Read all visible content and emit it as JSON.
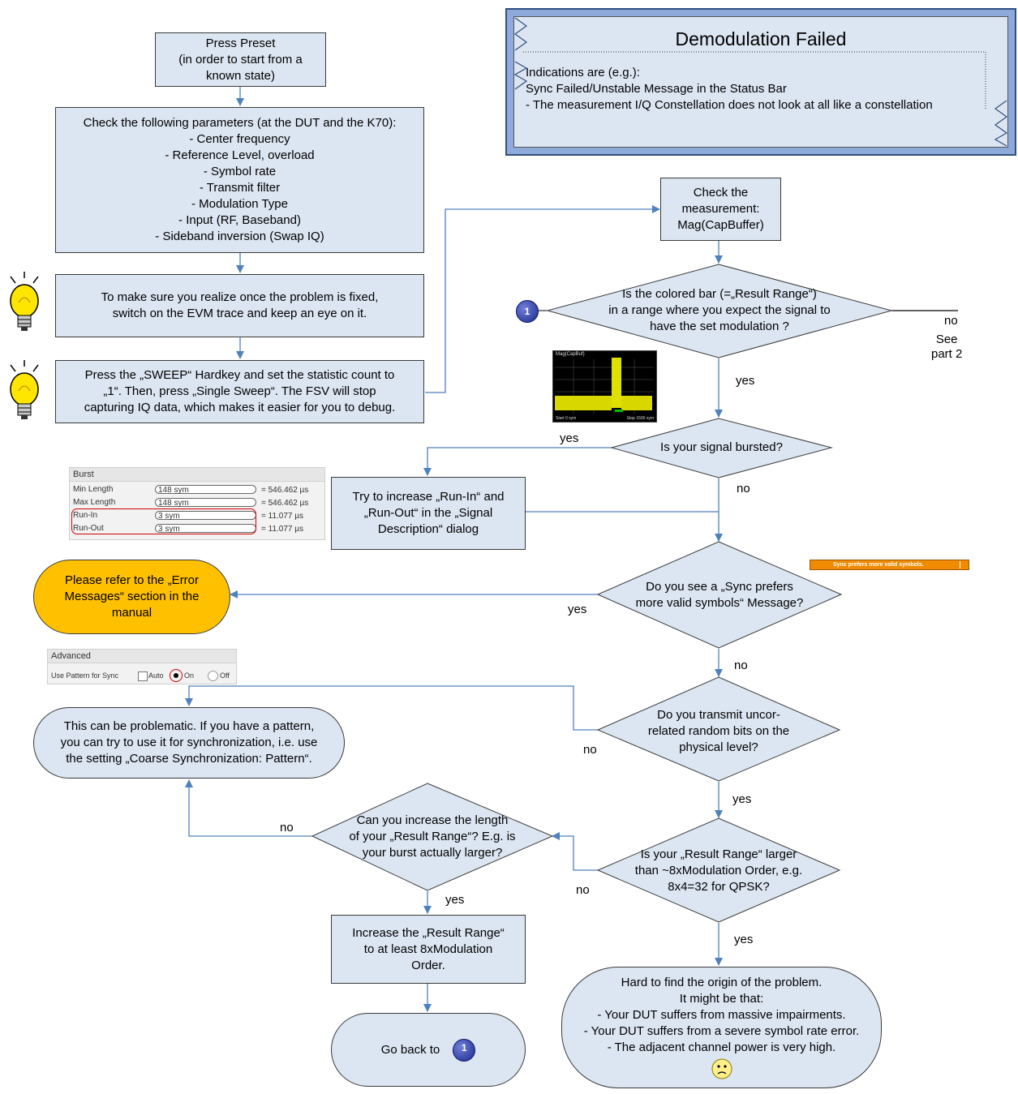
{
  "note": {
    "title": "Demodulation Failed",
    "lines": [
      "Indications are (e.g.):",
      "Sync Failed/Unstable Message in the Status Bar",
      "- The measurement I/Q Constellation does not look at all like a constellation"
    ]
  },
  "boxes": {
    "preset": [
      "Press Preset",
      "(in order to start from a",
      "known state)"
    ],
    "check_params": [
      "Check the following parameters (at the DUT and the K70):",
      "- Center frequency",
      "- Reference Level, overload",
      "- Symbol rate",
      "- Transmit filter",
      "- Modulation Type",
      "- Input (RF, Baseband)",
      "- Sideband inversion (Swap IQ)"
    ],
    "evm": [
      "To make sure you realize once the problem is fixed,",
      "switch on the EVM trace and keep an eye on it."
    ],
    "sweep": [
      "Press the „SWEEP“ Hardkey and set the statistic count to",
      "„1“. Then, press „Single Sweep“. The FSV will stop",
      "capturing IQ data, which makes it easier for you to debug."
    ],
    "check_meas": [
      "Check the",
      "measurement:",
      "Mag(CapBuffer)"
    ],
    "runin": [
      "Try to increase „Run-In“ and",
      "„Run-Out“ in the „Signal",
      "Description“ dialog"
    ],
    "error_msgs": [
      "Please refer to the „Error",
      "Messages“ section in the",
      "manual"
    ],
    "problematic": [
      "This can be problematic. If you have a pattern,",
      "you can try to use it for synchronization, i.e. use",
      "the setting „Coarse Synchronization: Pattern“."
    ],
    "increase": [
      "Increase the „Result Range“",
      "to at least 8xModulation",
      "Order."
    ],
    "goback": "Go back to",
    "hard": [
      "Hard to find the origin of the problem.",
      "It might be that:",
      "- Your DUT suffers from massive impairments.",
      "- Your DUT suffers from a severe symbol rate error.",
      "- The adjacent channel power is very high."
    ]
  },
  "decisions": {
    "result_range_bar": [
      "Is the colored bar (=„Result Range“)",
      "in a range  where you expect the signal to",
      "have the set modulation ?"
    ],
    "bursted": [
      "Is your signal bursted?"
    ],
    "sync_prefers": [
      "Do you see a „Sync prefers",
      "more valid symbols“ Message?"
    ],
    "uncorrelated": [
      "Do you transmit uncor-",
      "related random bits on the",
      "physical level?"
    ],
    "result_range_larger": [
      "Is your „Result Range“ larger",
      "than ~8xModulation Order, e.g.",
      "8x4=32 for QPSK?"
    ],
    "increase_length": [
      "Can you increase the length",
      "of your „Result Range“? E.g. is",
      "your burst actually larger?"
    ]
  },
  "labels": {
    "no": "no",
    "yes": "yes",
    "see_part2": [
      "See",
      "part 2"
    ],
    "badge": "1"
  },
  "burst_panel": {
    "title": "Burst",
    "rows": [
      {
        "name": "Min Length",
        "value": "148 sym",
        "calc": "= 546.462 µs"
      },
      {
        "name": "Max Length",
        "value": "148 sym",
        "calc": "= 546.462 µs"
      },
      {
        "name": "Run-In",
        "value": "3 sym",
        "calc": "= 11.077 µs"
      },
      {
        "name": "Run-Out",
        "value": "3 sym",
        "calc": "= 11.077 µs"
      }
    ]
  },
  "advanced_panel": {
    "title": "Advanced",
    "setting": "Use Pattern for Sync",
    "options": [
      "Auto",
      "On",
      "Off"
    ]
  },
  "status_msg": "Sync prefers more valid symbols.",
  "spectrum": {
    "title": "Mag(CapBuf)",
    "start": "Start 0 sym",
    "stop": "Stop 1500 sym"
  },
  "colors": {
    "box_fill": "#dce6f2",
    "arrow": "#4f81bd",
    "orange": "#ffc000",
    "badge": "#1b2a8a"
  }
}
